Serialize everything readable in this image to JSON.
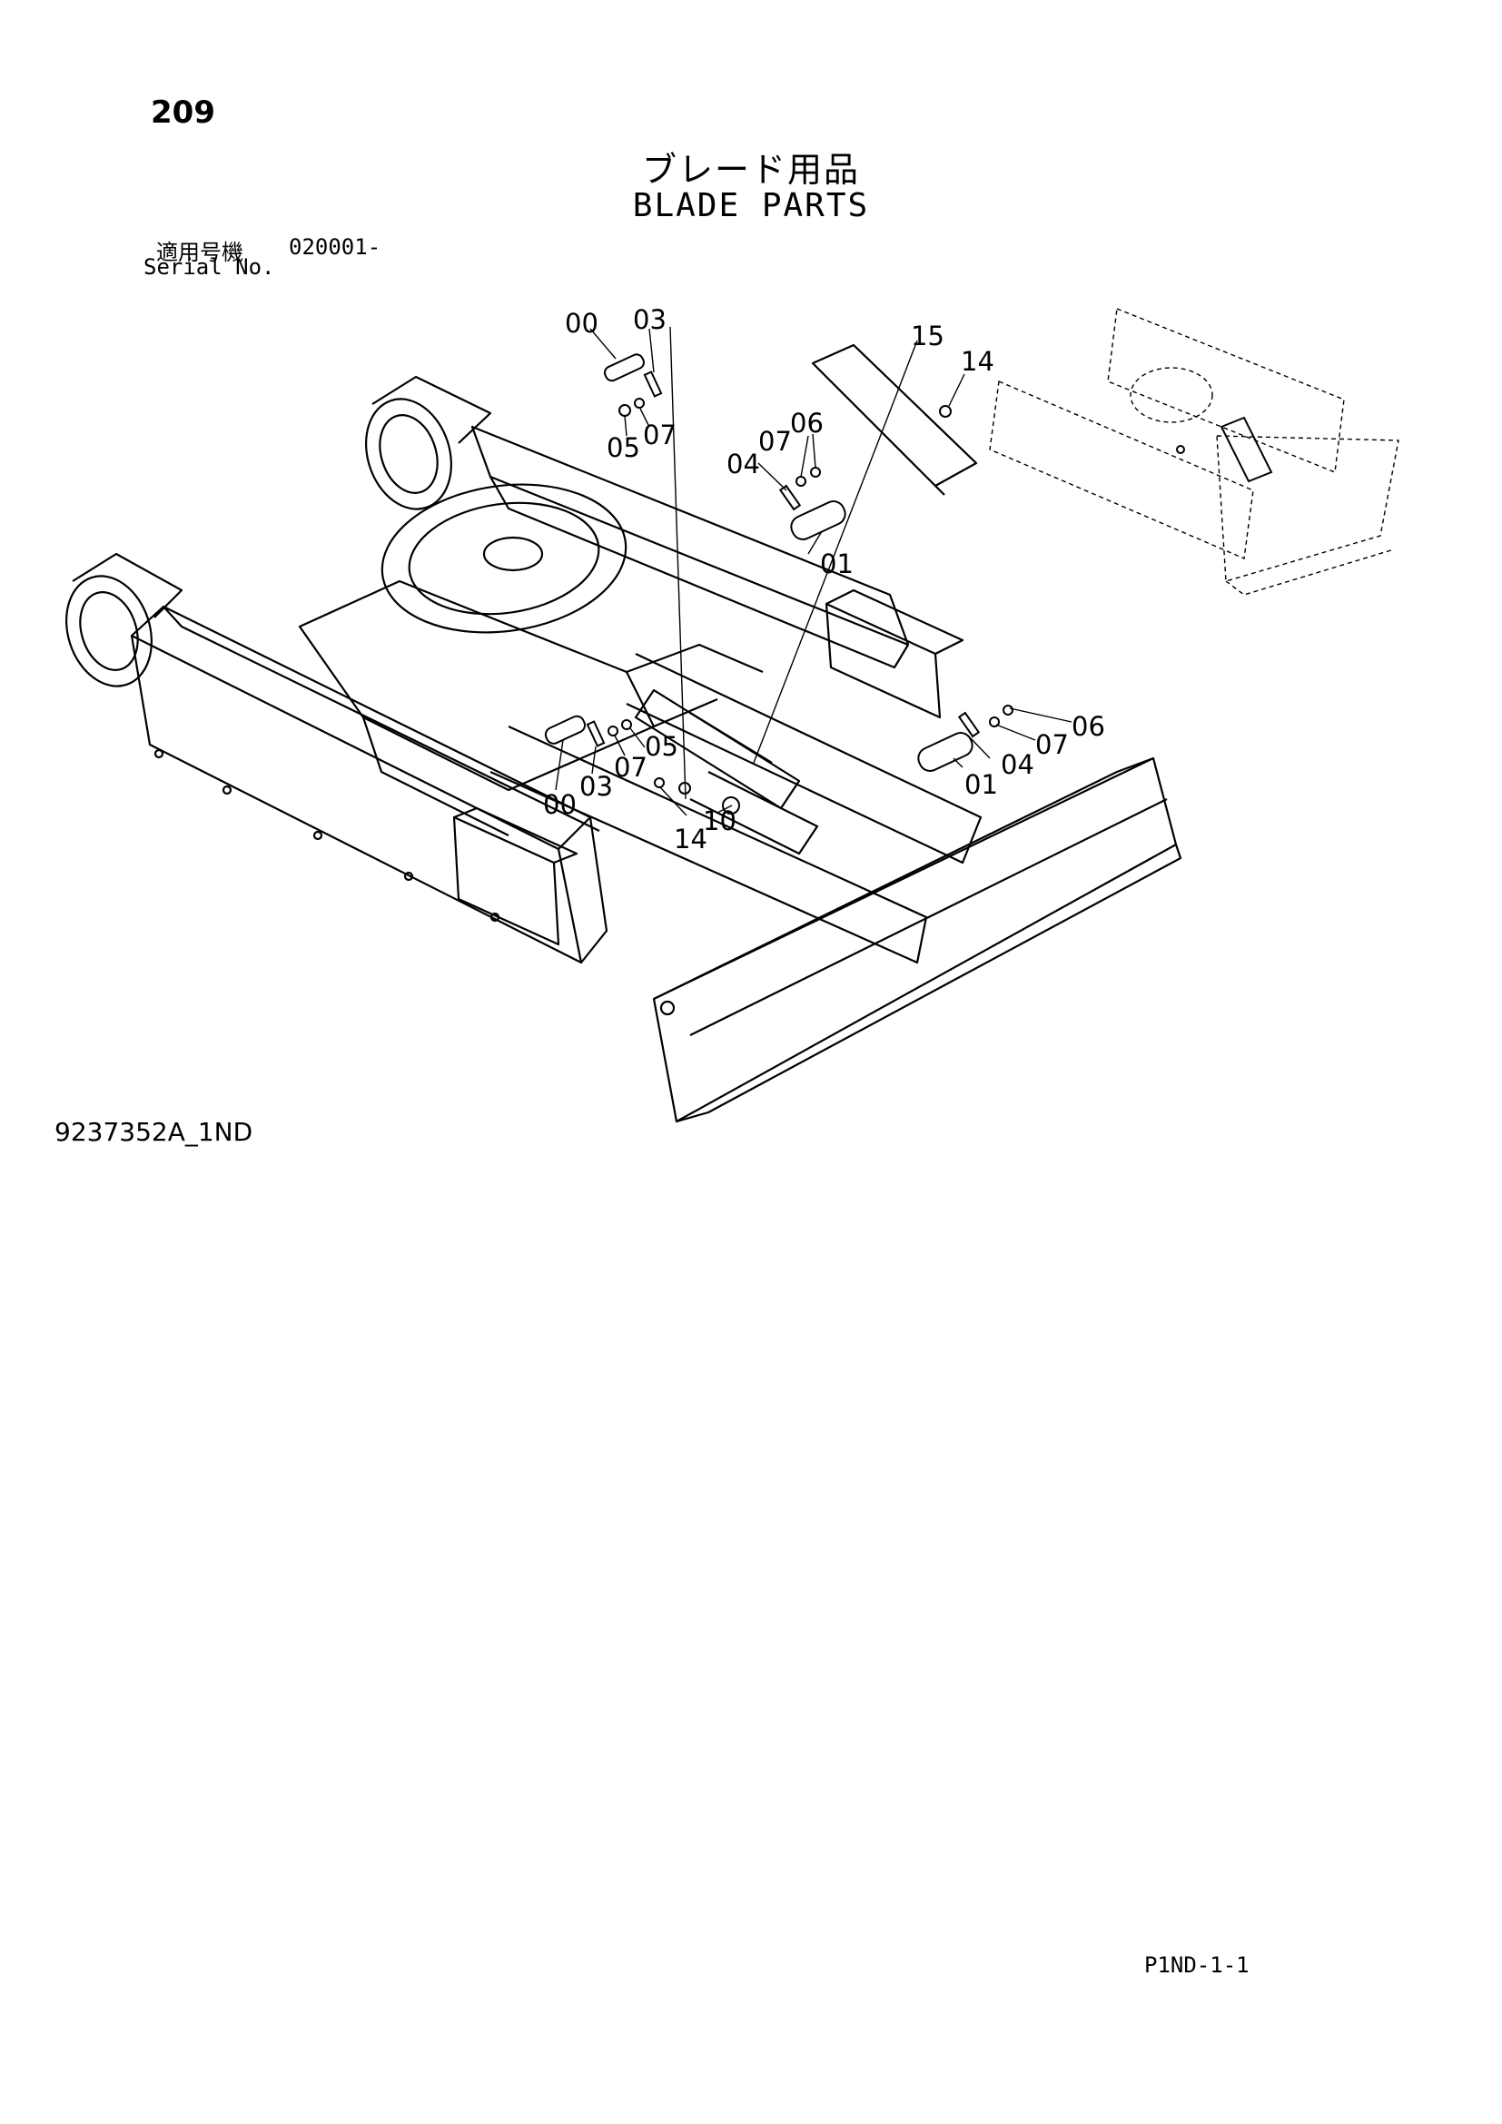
{
  "header": {
    "page_number": "209",
    "title_jp": "ブレード用品",
    "title_en": "BLADE PARTS",
    "serial_label_jp": "適用号機",
    "serial_value": "020001-",
    "serial_label_en": "Serial No."
  },
  "footer": {
    "drawing_number": "9237352A_1ND",
    "page_code": "P1ND-1-1"
  },
  "callouts": [
    {
      "id": "c-00a",
      "label": "00"
    },
    {
      "id": "c-03a",
      "label": "03"
    },
    {
      "id": "c-05a",
      "label": "05"
    },
    {
      "id": "c-07a",
      "label": "07"
    },
    {
      "id": "c-15",
      "label": "15"
    },
    {
      "id": "c-14a",
      "label": "14"
    },
    {
      "id": "c-06a",
      "label": "06"
    },
    {
      "id": "c-07b",
      "label": "07"
    },
    {
      "id": "c-04a",
      "label": "04"
    },
    {
      "id": "c-01a",
      "label": "01"
    },
    {
      "id": "c-00b",
      "label": "00"
    },
    {
      "id": "c-03b",
      "label": "03"
    },
    {
      "id": "c-07c",
      "label": "07"
    },
    {
      "id": "c-05b",
      "label": "05"
    },
    {
      "id": "c-14b",
      "label": "14"
    },
    {
      "id": "c-10",
      "label": "10"
    },
    {
      "id": "c-01b",
      "label": "01"
    },
    {
      "id": "c-04b",
      "label": "04"
    },
    {
      "id": "c-07d",
      "label": "07"
    },
    {
      "id": "c-06b",
      "label": "06"
    }
  ]
}
